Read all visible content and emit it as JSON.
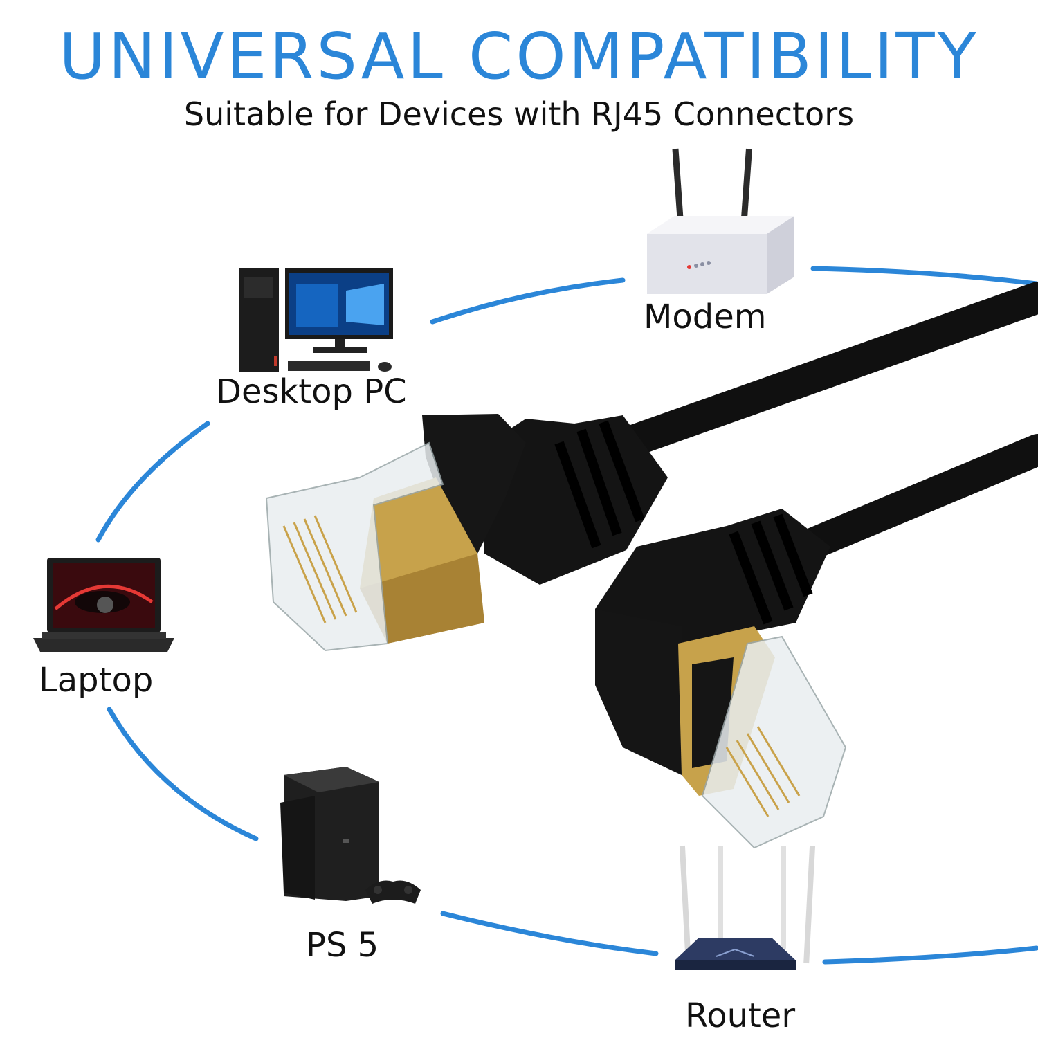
{
  "header": {
    "title": "UNIVERSAL COMPATIBILITY",
    "subtitle": "Suitable for Devices with RJ45 Connectors"
  },
  "devices": {
    "modem": "Modem",
    "desktop": "Desktop PC",
    "laptop": "Laptop",
    "ps5": "PS 5",
    "router": "Router"
  },
  "colors": {
    "accent": "#2b86d8",
    "cable": "#111111",
    "gold": "#c9a24a"
  }
}
